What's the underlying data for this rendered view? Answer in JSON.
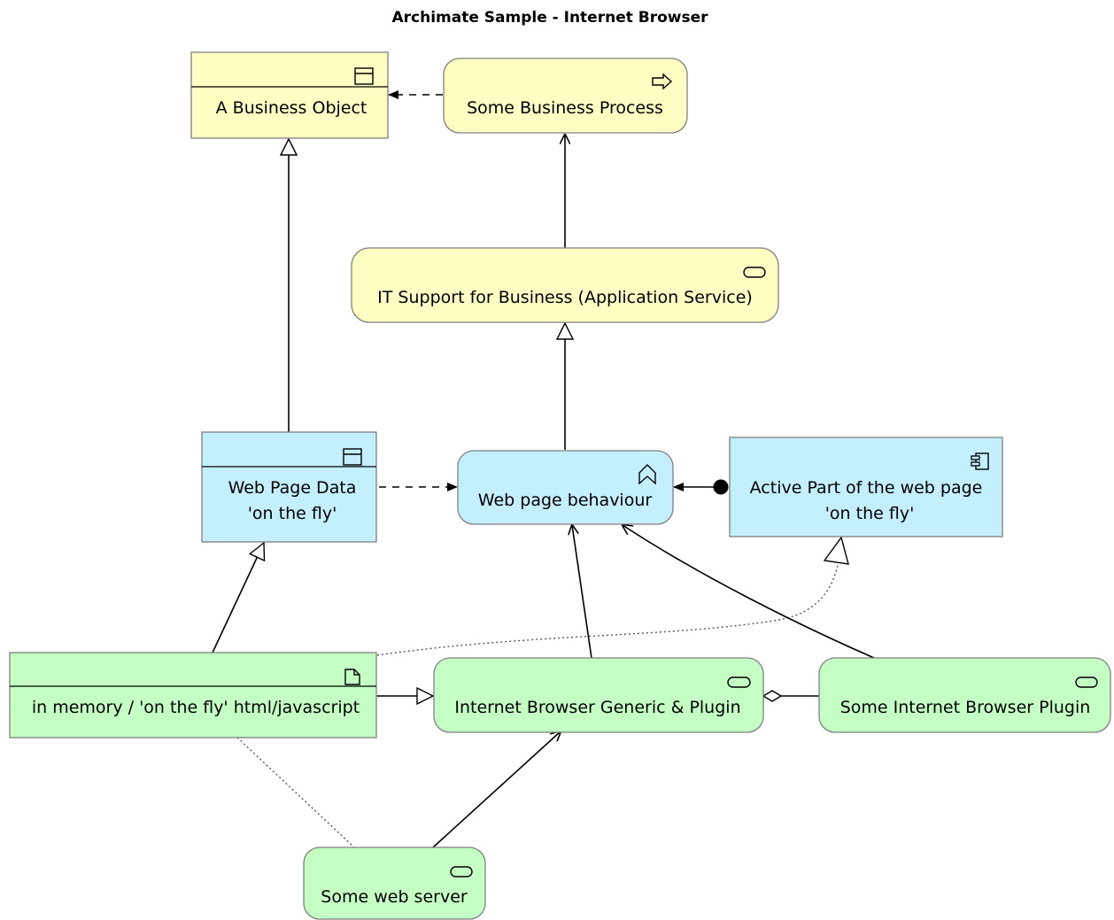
{
  "diagram": {
    "title": "Archimate Sample - Internet Browser",
    "colors": {
      "business": "#ffffc4",
      "application": "#c4efff",
      "technology": "#c4ffc4",
      "border": "#7f7f7f",
      "line": "#000000"
    },
    "nodes": {
      "business_object": {
        "label": "A Business Object",
        "icon": "business-object-icon"
      },
      "business_process": {
        "label": "Some Business Process",
        "icon": "process-arrow-icon"
      },
      "it_support": {
        "label": "IT Support for Business (Application Service)",
        "icon": "service-pill-icon"
      },
      "web_page_data": {
        "label_line1": "Web Page Data",
        "label_line2": "'on the fly'",
        "icon": "data-object-icon"
      },
      "web_page_behaviour": {
        "label": "Web page behaviour",
        "icon": "function-chevron-icon"
      },
      "active_part": {
        "label_line1": "Active Part of the web page",
        "label_line2": "'on the fly'",
        "icon": "component-icon"
      },
      "in_memory": {
        "label": "in memory / 'on the fly' html/javascript",
        "icon": "artifact-icon"
      },
      "browser_generic": {
        "label": "Internet Browser Generic & Plugin",
        "icon": "service-pill-icon"
      },
      "browser_plugin": {
        "label": "Some Internet Browser Plugin",
        "icon": "service-pill-icon"
      },
      "web_server": {
        "label": "Some web server",
        "icon": "service-pill-icon"
      }
    }
  }
}
